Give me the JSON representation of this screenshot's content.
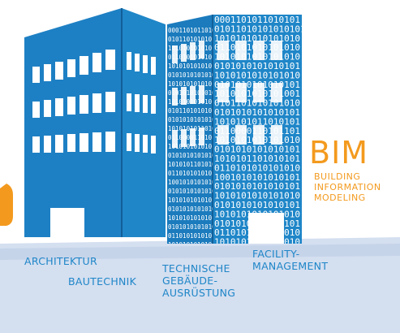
{
  "colors": {
    "accent_orange": "#f39a1e",
    "building_blue": "#1f86c8",
    "building_dark": "#135f98",
    "ground": "#d4dff0",
    "label_blue": "#1f86c8"
  },
  "bim": {
    "title": "BIM",
    "subtitle": [
      "BUILDING",
      "INFORMATION",
      "MODELING"
    ]
  },
  "labels": {
    "architektur": "ARCHITEKTUR",
    "bautechnik": "BAUTECHNIK",
    "technische": [
      "TECHNISCHE",
      "GEBÄUDE-",
      "AUSRÜSTUNG"
    ],
    "facility": [
      "FACILITY-",
      "MANAGEMENT"
    ]
  },
  "binary_rows": [
    "0001101011010101",
    "01011010101010101",
    "1010101010101010",
    "0110101010101010",
    "1010101010101010",
    "0101010101010101",
    "1010101010101010",
    "0101010101010101",
    "1010101010101001",
    "0101101010101010",
    "0101010101010101",
    "1010101011010101",
    "0110000110101101",
    "1010101010101010",
    "0101010101010101",
    "1010101101010101",
    "0110101010101010",
    "1001010101010101",
    "0101010101010101",
    "1010101010101010",
    "0101010101010101",
    "1010101010101010",
    "0101010101010101",
    "0110101010101010",
    "1010101010101010"
  ]
}
